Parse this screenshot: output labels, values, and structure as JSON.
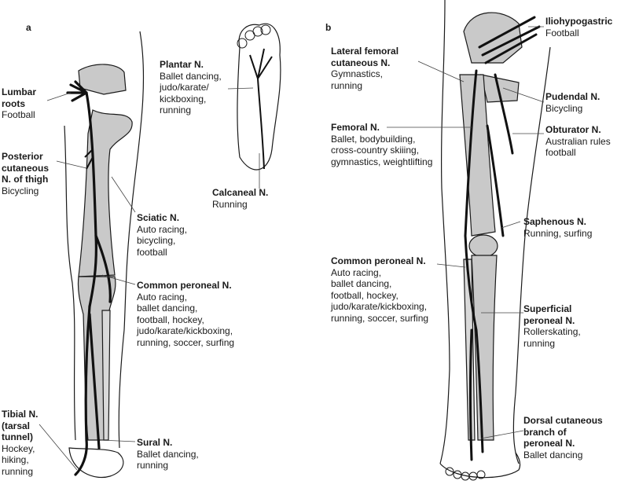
{
  "panels": {
    "a": {
      "letter": "a",
      "labels": {
        "lumbar": {
          "title_lines": [
            "Lumbar",
            "roots"
          ],
          "desc_lines": [
            "Football"
          ]
        },
        "posterior": {
          "title_lines": [
            "Posterior",
            "cutaneous",
            "N. of thigh"
          ],
          "desc_lines": [
            "Bicycling"
          ]
        },
        "plantar": {
          "title_lines": [
            "Plantar N."
          ],
          "desc_lines": [
            "Ballet dancing,",
            "judo/karate/",
            "kickboxing,",
            "running"
          ]
        },
        "calcaneal": {
          "title_lines": [
            "Calcaneal N."
          ],
          "desc_lines": [
            "Running"
          ]
        },
        "sciatic": {
          "title_lines": [
            "Sciatic N."
          ],
          "desc_lines": [
            "Auto racing,",
            "bicycling,",
            "football"
          ]
        },
        "common_peroneal": {
          "title_lines": [
            "Common peroneal N."
          ],
          "desc_lines": [
            "Auto racing,",
            "ballet dancing,",
            "football, hockey,",
            "judo/karate/kickboxing,",
            "running, soccer, surfing"
          ]
        },
        "tibial": {
          "title_lines": [
            "Tibial N.",
            "(tarsal",
            "tunnel)"
          ],
          "desc_lines": [
            "Hockey,",
            "hiking,",
            "running"
          ]
        },
        "sural": {
          "title_lines": [
            "Sural N."
          ],
          "desc_lines": [
            "Ballet dancing,",
            "running"
          ]
        }
      }
    },
    "b": {
      "letter": "b",
      "labels": {
        "iliohypogastric": {
          "title_lines": [
            "Iliohypogastric"
          ],
          "desc_lines": [
            "Football"
          ]
        },
        "lateral_femoral": {
          "title_lines": [
            "Lateral femoral",
            "cutaneous N."
          ],
          "desc_lines": [
            "Gymnastics,",
            "running"
          ]
        },
        "pudendal": {
          "title_lines": [
            "Pudendal N."
          ],
          "desc_lines": [
            "Bicycling"
          ]
        },
        "femoral": {
          "title_lines": [
            "Femoral N."
          ],
          "desc_lines": [
            "Ballet, bodybuilding,",
            "cross-country skiiing,",
            "gymnastics, weightlifting"
          ]
        },
        "obturator": {
          "title_lines": [
            "Obturator N."
          ],
          "desc_lines": [
            "Australian rules",
            "football"
          ]
        },
        "saphenous": {
          "title_lines": [
            "Saphenous N."
          ],
          "desc_lines": [
            "Running, surfing"
          ]
        },
        "common_peroneal": {
          "title_lines": [
            "Common peroneal N."
          ],
          "desc_lines": [
            "Auto racing,",
            "ballet dancing,",
            "football, hockey,",
            "judo/karate/kickboxing,",
            "running, soccer, surfing"
          ]
        },
        "superficial_peroneal": {
          "title_lines": [
            "Superficial",
            "peroneal N."
          ],
          "desc_lines": [
            "Rollerskating,",
            "running"
          ]
        },
        "dorsal_cutaneous": {
          "title_lines": [
            "Dorsal cutaneous",
            "branch of",
            "peroneal N."
          ],
          "desc_lines": [
            "Ballet dancing"
          ]
        }
      }
    }
  }
}
